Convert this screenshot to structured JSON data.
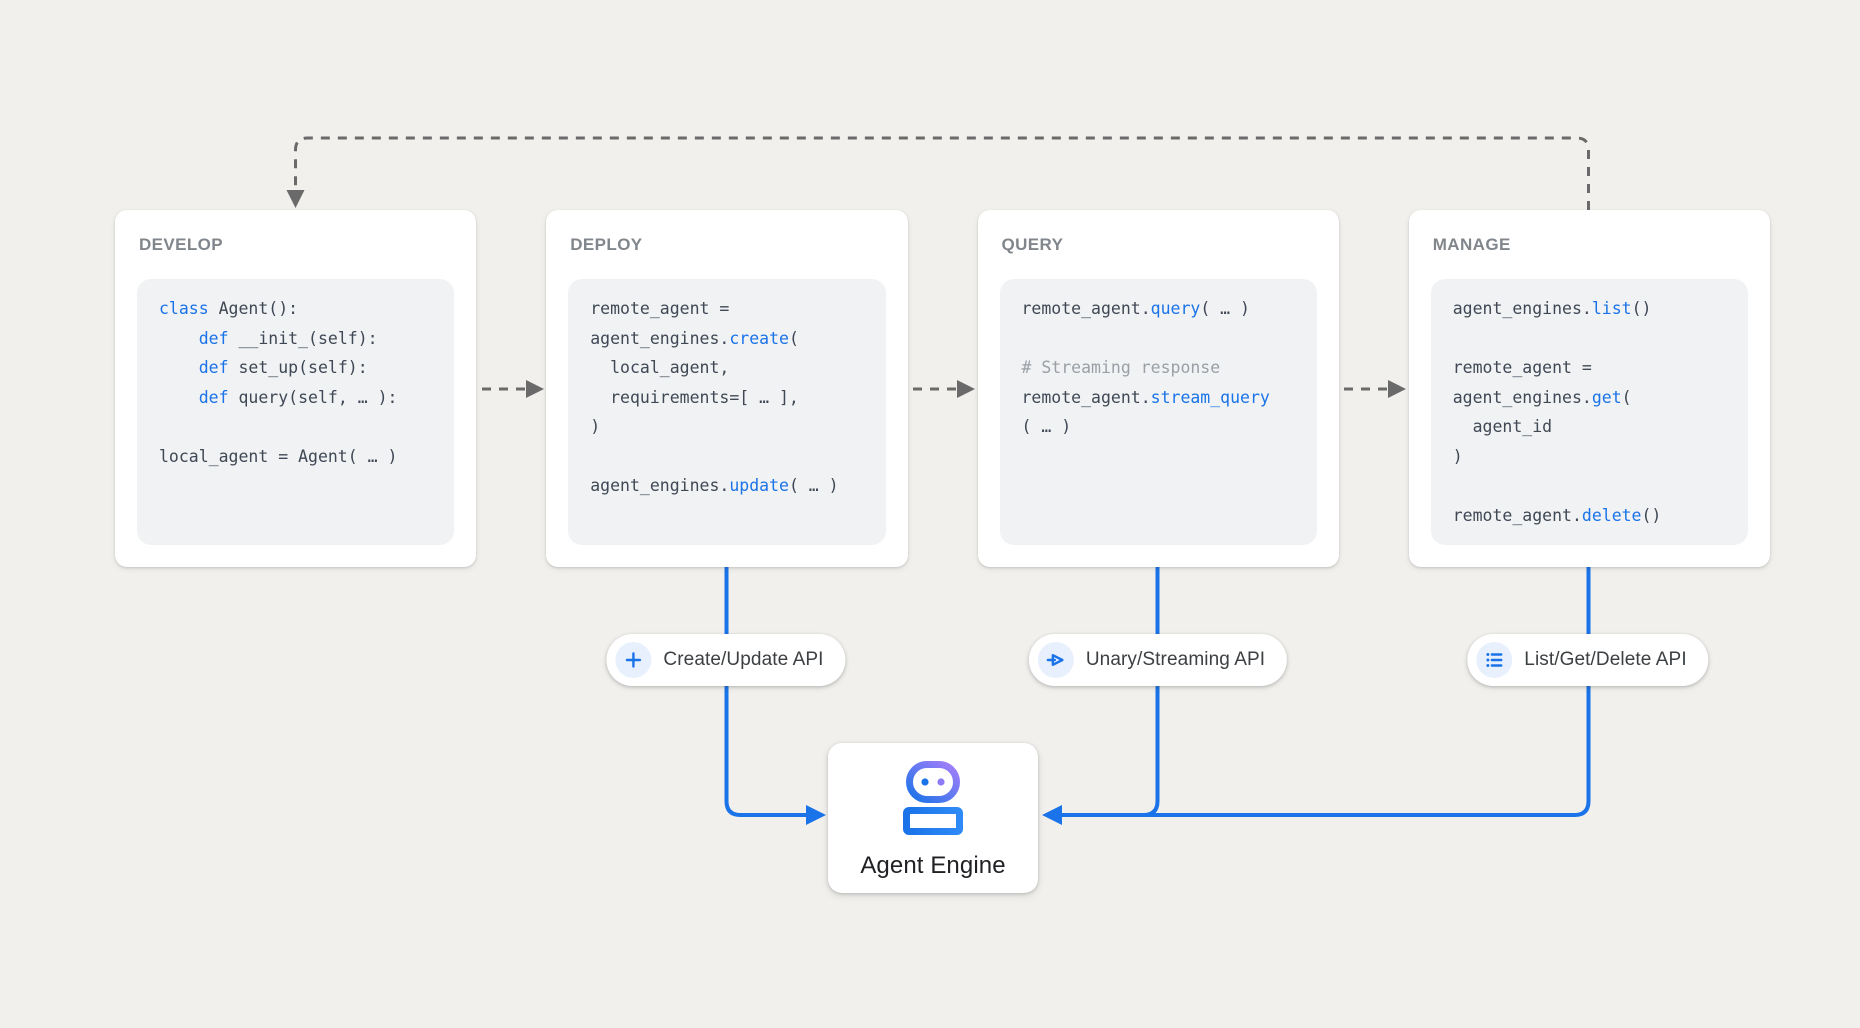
{
  "diagram": {
    "background_color": "#f2f0ed",
    "accent_blue": "#1a73e8",
    "code_text_color": "#3f4854",
    "comment_color": "#9aa0a6",
    "card_title_color": "#80868b",
    "dash_arrow_color": "#6a6a6a",
    "robot_head_gradient": [
      "#a87ffb",
      "#1a73e8"
    ],
    "robot_body_gradient": [
      "#1a73e8",
      "#2e8af7"
    ],
    "cards": [
      {
        "id": "develop",
        "title": "DEVELOP",
        "code": [
          [
            [
              "k",
              "class"
            ],
            [
              "d",
              " Agent():"
            ]
          ],
          [
            [
              "d",
              "    "
            ],
            [
              "k",
              "def"
            ],
            [
              "d",
              " __init_(self):"
            ]
          ],
          [
            [
              "d",
              "    "
            ],
            [
              "k",
              "def"
            ],
            [
              "d",
              " set_up(self):"
            ]
          ],
          [
            [
              "d",
              "    "
            ],
            [
              "k",
              "def"
            ],
            [
              "d",
              " query(self, … ):"
            ]
          ],
          [],
          [
            [
              "d",
              "local_agent = Agent( … )"
            ]
          ]
        ]
      },
      {
        "id": "deploy",
        "title": "DEPLOY",
        "code": [
          [
            [
              "d",
              "remote_agent ="
            ]
          ],
          [
            [
              "d",
              "agent_engines."
            ],
            [
              "k",
              "create"
            ],
            [
              "d",
              "("
            ]
          ],
          [
            [
              "d",
              "  local_agent,"
            ]
          ],
          [
            [
              "d",
              "  requirements=[ … ],"
            ]
          ],
          [
            [
              "d",
              ")"
            ]
          ],
          [],
          [
            [
              "d",
              "agent_engines."
            ],
            [
              "k",
              "update"
            ],
            [
              "d",
              "( … )"
            ]
          ]
        ]
      },
      {
        "id": "query",
        "title": "QUERY",
        "code": [
          [
            [
              "d",
              "remote_agent."
            ],
            [
              "k",
              "query"
            ],
            [
              "d",
              "( … )"
            ]
          ],
          [],
          [
            [
              "c",
              "# Streaming response"
            ]
          ],
          [
            [
              "d",
              "remote_agent."
            ],
            [
              "k",
              "stream_query"
            ]
          ],
          [
            [
              "d",
              "( … )"
            ]
          ]
        ]
      },
      {
        "id": "manage",
        "title": "MANAGE",
        "code": [
          [
            [
              "d",
              "agent_engines."
            ],
            [
              "k",
              "list"
            ],
            [
              "d",
              "()"
            ]
          ],
          [],
          [
            [
              "d",
              "remote_agent ="
            ]
          ],
          [
            [
              "d",
              "agent_engines."
            ],
            [
              "k",
              "get"
            ],
            [
              "d",
              "("
            ]
          ],
          [
            [
              "d",
              "  agent_id"
            ]
          ],
          [
            [
              "d",
              ")"
            ]
          ],
          [],
          [
            [
              "d",
              "remote_agent."
            ],
            [
              "k",
              "delete"
            ],
            [
              "d",
              "()"
            ]
          ]
        ]
      }
    ],
    "pills": [
      {
        "id": "create-update",
        "icon": "plus-icon",
        "label": "Create/Update API"
      },
      {
        "id": "unary-streaming",
        "icon": "send-icon",
        "label": "Unary/Streaming API"
      },
      {
        "id": "list-get-delete",
        "icon": "list-icon",
        "label": "List/Get/Delete API"
      }
    ],
    "engine": {
      "icon": "robot-icon",
      "label": "Agent Engine"
    }
  }
}
